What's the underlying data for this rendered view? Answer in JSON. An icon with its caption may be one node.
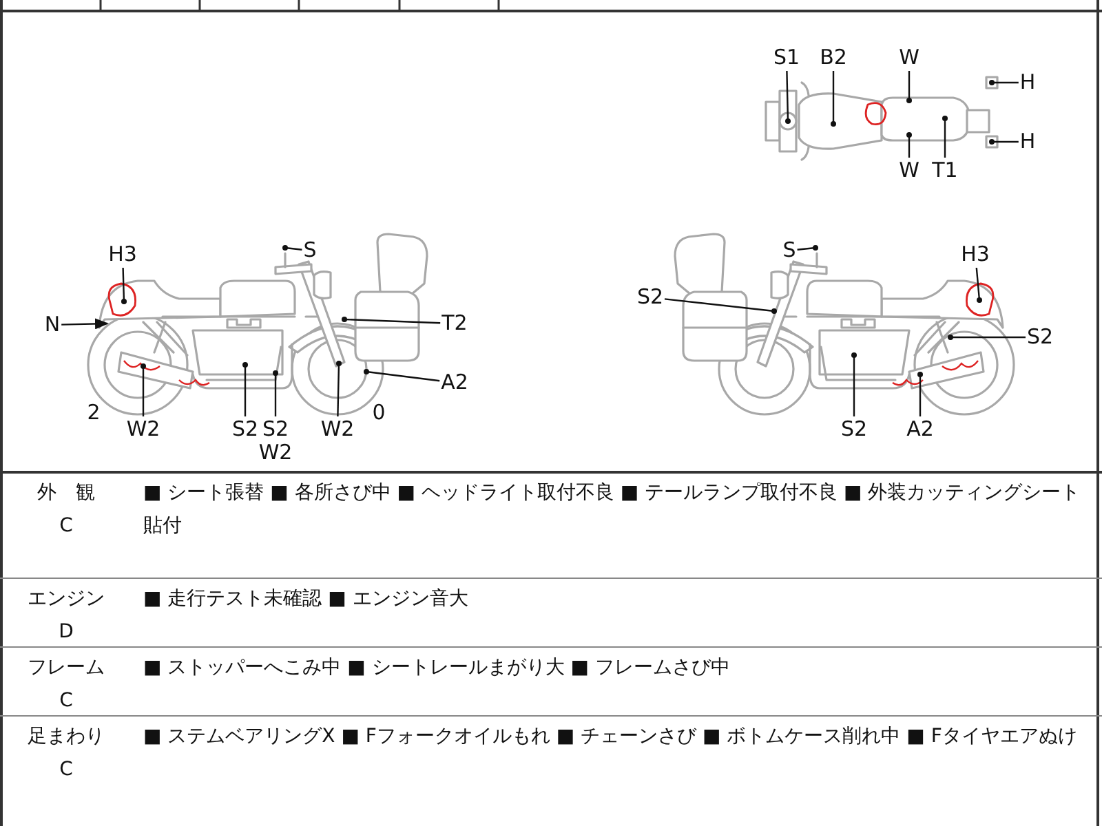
{
  "diagram": {
    "nodes": [
      {
        "text": [
          "S1"
        ]
      },
      {
        "text": [
          "B2"
        ]
      },
      {
        "text": [
          "W"
        ]
      },
      {
        "text": [
          "H"
        ]
      },
      {
        "text": [
          "H"
        ]
      },
      {
        "text": [
          "W"
        ]
      },
      {
        "text": [
          "T1"
        ]
      },
      {
        "text": [
          "S"
        ]
      },
      {
        "text": [
          "H3"
        ]
      },
      {
        "text": [
          "N"
        ]
      },
      {
        "text": [
          "T2"
        ]
      },
      {
        "text": [
          "A2"
        ]
      },
      {
        "text": [
          "W2"
        ]
      },
      {
        "text": [
          "S2"
        ]
      },
      {
        "text": [
          "S2"
        ]
      },
      {
        "text": [
          "W2"
        ]
      },
      {
        "text": [
          "S"
        ]
      },
      {
        "text": [
          "H3"
        ]
      },
      {
        "text": [
          "S2"
        ]
      },
      {
        "text": [
          "S2"
        ]
      },
      {
        "text": [
          "S2"
        ]
      },
      {
        "text": [
          "A2"
        ]
      }
    ],
    "edges": [
      {
        "from": 0,
        "to": null,
        "arrow": "other"
      },
      {
        "from": 1,
        "to": null,
        "arrow": "other"
      },
      {
        "from": 2,
        "to": null,
        "arrow": "other"
      },
      {
        "from": 3,
        "to": null,
        "arrow": "other"
      },
      {
        "from": 4,
        "to": null,
        "arrow": "other"
      },
      {
        "from": 5,
        "to": null,
        "arrow": "other"
      },
      {
        "from": 6,
        "to": null,
        "arrow": "other"
      },
      {
        "from": 7,
        "to": null,
        "arrow": "other"
      },
      {
        "from": 8,
        "to": null,
        "arrow": "other"
      },
      {
        "from": 9,
        "to": null,
        "arrow": "to"
      },
      {
        "from": 10,
        "to": null,
        "arrow": "other"
      },
      {
        "from": 11,
        "to": null,
        "arrow": "other"
      },
      {
        "from": 12,
        "to": null,
        "arrow": "other"
      },
      {
        "from": 13,
        "to": null,
        "arrow": "other"
      },
      {
        "from": 14,
        "to": null,
        "arrow": "other"
      },
      {
        "from": 15,
        "to": null,
        "arrow": "other"
      },
      {
        "from": 16,
        "to": null,
        "arrow": "other"
      },
      {
        "from": 17,
        "to": null,
        "arrow": "other"
      },
      {
        "from": 18,
        "to": null,
        "arrow": "other"
      },
      {
        "from": 19,
        "to": null,
        "arrow": "other"
      },
      {
        "from": 20,
        "to": null,
        "arrow": "other"
      },
      {
        "from": 21,
        "to": null,
        "arrow": "other"
      }
    ],
    "labels": [
      "2",
      "0",
      "W2",
      "外　観",
      "C",
      "■ シート張替 ■ 各所さび中 ■ ヘッドライト取付不良 ■ テールランプ取付不良 ■ 外装カッティングシート貼付",
      "エンジン",
      "D",
      "■ 走行テスト未確認 ■ エンジン音大",
      "フレーム",
      "C",
      "■ ストッパーへこみ中 ■ シートレールまがり大 ■ フレームさび中",
      "足まわり",
      "C",
      "■ ステムベアリングX ■ Fフォークオイルもれ ■ チェーンさび ■ ボトムケース削れ中 ■ Fタイヤエアぬけ"
    ]
  }
}
